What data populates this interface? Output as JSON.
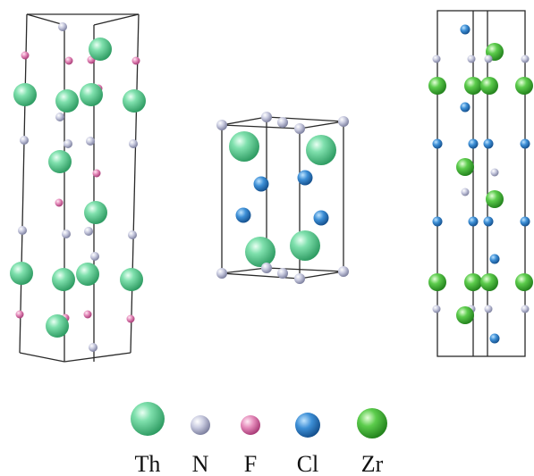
{
  "figure": {
    "panels": [
      {
        "name": "left-structure",
        "composition": [
          "Th",
          "N",
          "F"
        ]
      },
      {
        "name": "middle-structure",
        "composition": [
          "Th",
          "N",
          "Cl"
        ]
      },
      {
        "name": "right-structure",
        "composition": [
          "Zr",
          "N",
          "Cl"
        ]
      }
    ]
  },
  "legend": {
    "items": [
      {
        "element": "Th",
        "label": "Th",
        "color": "#4fc98a"
      },
      {
        "element": "N",
        "label": "N",
        "color": "#b5b8cf"
      },
      {
        "element": "F",
        "label": "F",
        "color": "#d86aa3"
      },
      {
        "element": "Cl",
        "label": "Cl",
        "color": "#2f7fc6"
      },
      {
        "element": "Zr",
        "label": "Zr",
        "color": "#3fb43a"
      }
    ]
  }
}
